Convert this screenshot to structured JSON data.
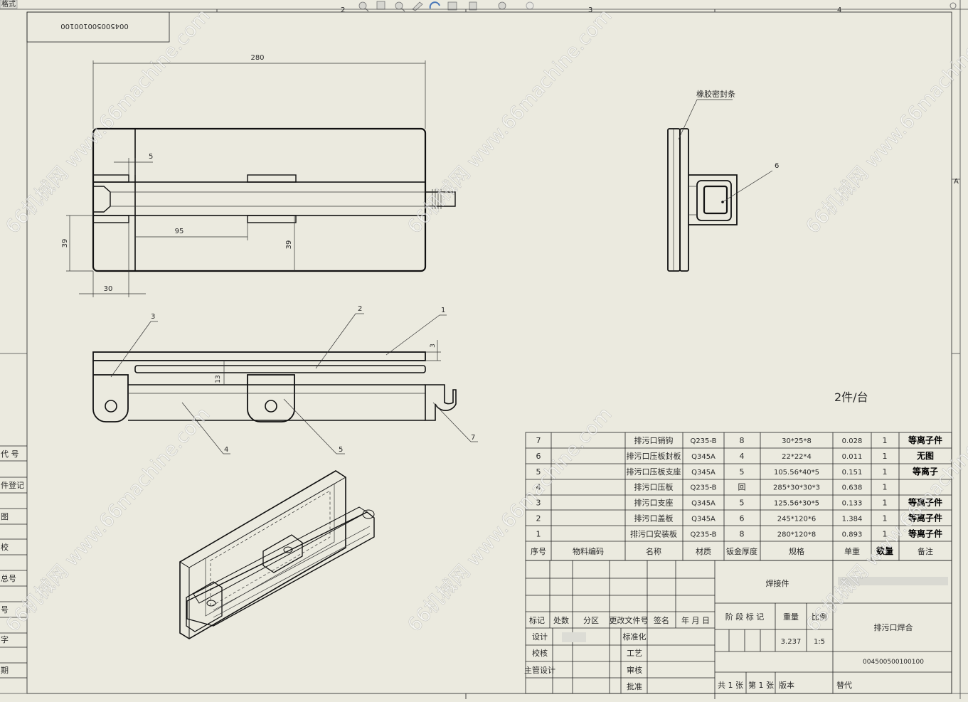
{
  "corner_tab": "格式",
  "zone_numbers": [
    "2",
    "3",
    "4"
  ],
  "zone_letter": "A",
  "drawing_code_mirrored": "004500500100100",
  "dimensions": {
    "overall_width": "280",
    "flange_offset": "5",
    "spacing_95": "95",
    "height_39_left": "39",
    "height_39_right": "39",
    "edge_30": "30",
    "plate_thickness": "3",
    "height_13": "13"
  },
  "rubber_seal_label": "橡胶密封条",
  "balloons": [
    "1",
    "2",
    "3",
    "4",
    "5",
    "6",
    "7"
  ],
  "quantity_note": "2件/台",
  "left_strip_labels": [
    "代 号",
    "件登记",
    "图",
    "校",
    "总号",
    "号",
    "字",
    "期"
  ],
  "bom": {
    "header": [
      "序号",
      "物料编码",
      "名称",
      "材质",
      "钣金厚度",
      "规格",
      "单重",
      "数量",
      "备注"
    ],
    "rows": [
      {
        "no": "7",
        "code": "",
        "name": "排污口销钩",
        "material": "Q235-B",
        "thickness": "8",
        "spec": "30*25*8",
        "weight": "0.028",
        "qty": "1",
        "remark": "等离子件"
      },
      {
        "no": "6",
        "code": "",
        "name": "排污口压板封板",
        "material": "Q345A",
        "thickness": "4",
        "spec": "22*22*4",
        "weight": "0.011",
        "qty": "1",
        "remark": "无图"
      },
      {
        "no": "5",
        "code": "",
        "name": "排污口压板支座",
        "material": "Q345A",
        "thickness": "5",
        "spec": "105.56*40*5",
        "weight": "0.151",
        "qty": "1",
        "remark": "等离子"
      },
      {
        "no": "4",
        "code": "",
        "name": "排污口压板",
        "material": "Q235-B",
        "thickness": "回",
        "spec": "285*30*30*3",
        "weight": "0.638",
        "qty": "1",
        "remark": ""
      },
      {
        "no": "3",
        "code": "",
        "name": "排污口支座",
        "material": "Q345A",
        "thickness": "5",
        "spec": "125.56*30*5",
        "weight": "0.133",
        "qty": "1",
        "remark": "等离子件"
      },
      {
        "no": "2",
        "code": "",
        "name": "排污口盖板",
        "material": "Q345A",
        "thickness": "6",
        "spec": "245*120*6",
        "weight": "1.384",
        "qty": "1",
        "remark": "等离子件"
      },
      {
        "no": "1",
        "code": "",
        "name": "排污口安装板",
        "material": "Q235-B",
        "thickness": "8",
        "spec": "280*120*8",
        "weight": "0.893",
        "qty": "1",
        "remark": "等离子件"
      }
    ]
  },
  "title_block": {
    "part_type": "焊接件",
    "revision_headers": [
      "标记",
      "处数",
      "分区",
      "更改文件号",
      "签名",
      "年 月 日"
    ],
    "approvals": [
      "设计",
      "校核",
      "主管设计"
    ],
    "approvals2": [
      "标准化",
      "工艺",
      "审核",
      "批准"
    ],
    "stage_mark": "阶 段 标 记",
    "weight_label": "重量",
    "scale_label": "比例",
    "weight": "3.237",
    "scale": "1:5",
    "drawing_name": "排污口焊合",
    "drawing_code": "004500500100100",
    "sheets": "共 1 张",
    "sheet_no": "第 1 张",
    "version": "版本",
    "replace": "替代"
  },
  "watermark": "66机械网 www.66machine.com"
}
